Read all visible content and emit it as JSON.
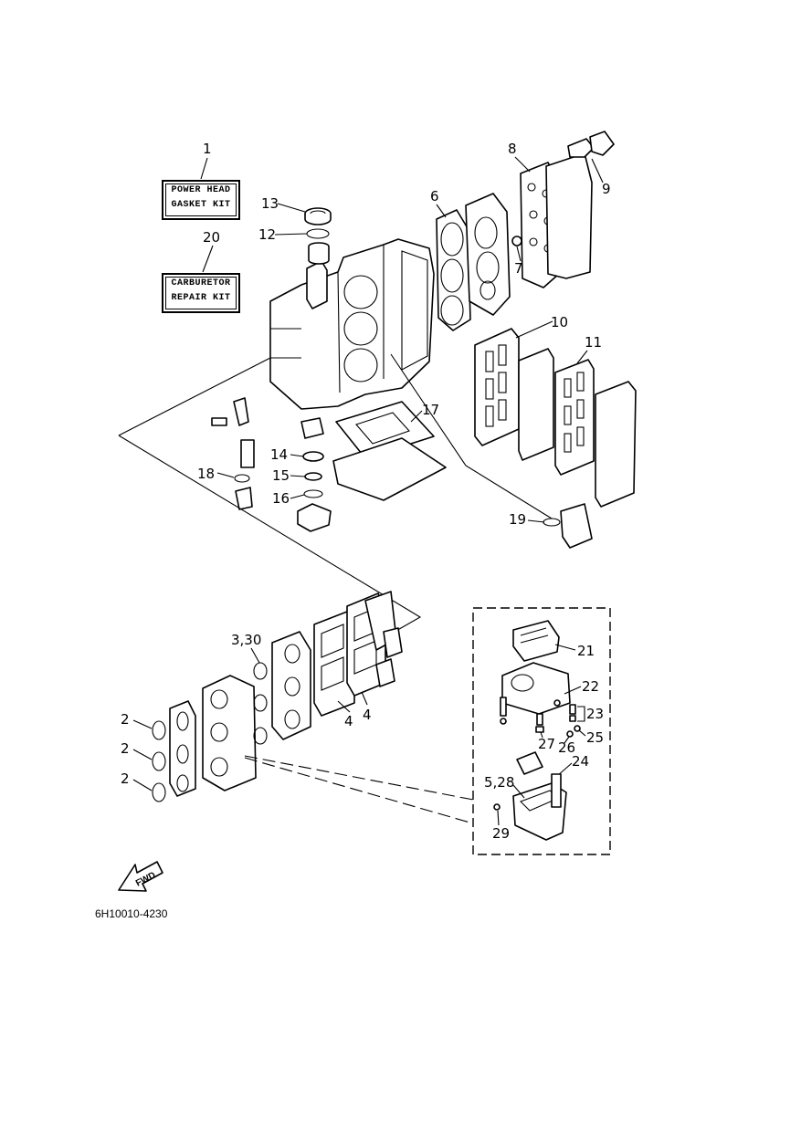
{
  "kits": {
    "power_head": {
      "number": "1",
      "line1": "POWER HEAD",
      "line2": "GASKET KIT"
    },
    "carburetor": {
      "number": "20",
      "line1": "CARBURETOR",
      "line2": "REPAIR KIT"
    }
  },
  "callouts": {
    "c2a": "2",
    "c2b": "2",
    "c2c": "2",
    "c3_30": "3,30",
    "c4a": "4",
    "c4b": "4",
    "c5_28": "5,28",
    "c6": "6",
    "c7": "7",
    "c8": "8",
    "c9": "9",
    "c10": "10",
    "c11": "11",
    "c12": "12",
    "c13": "13",
    "c14": "14",
    "c15": "15",
    "c16": "16",
    "c17": "17",
    "c18": "18",
    "c19": "19",
    "c21": "21",
    "c22": "22",
    "c23": "23",
    "c24": "24",
    "c25": "25",
    "c26": "26",
    "c27": "27",
    "c29": "29"
  },
  "fwd_label": "FWD",
  "drawing_number": "6H10010-4230"
}
